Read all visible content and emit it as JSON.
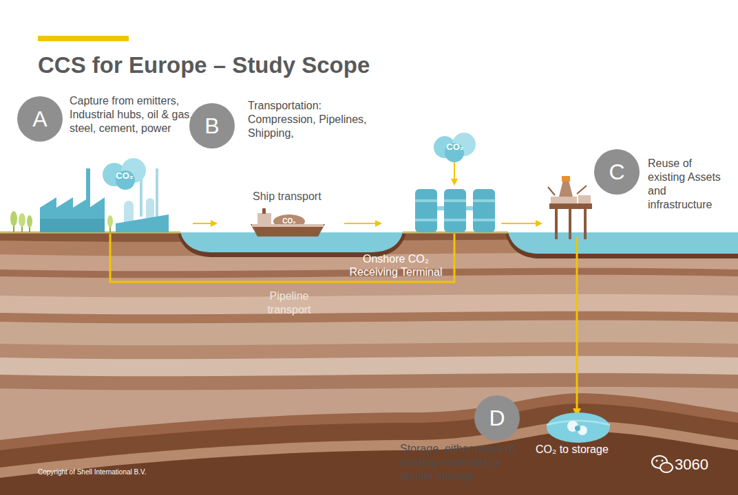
{
  "diagram": {
    "title": "CCS for Europe – Study Scope",
    "nodes": [
      {
        "text": [
          "A",
          "Capture from emitters, Industrial hubs, oil & gas, steel, cement, power"
        ]
      },
      {
        "text": [
          "B",
          "Transportation: Compression, Pipelines, Shipping,"
        ]
      },
      {
        "text": [
          "C",
          "Reuse of existing Assets and infrastructure"
        ]
      },
      {
        "text": [
          "D",
          "Storage, either reuse of existing reservoirs or aquifer storage"
        ]
      }
    ],
    "labels": [
      "CO₂",
      "Ship transport",
      "CO₂",
      "CO₂",
      "Onshore CO₂ Receiving Terminal",
      "Pipeline transport",
      "CO₂ to storage",
      "Copyright of Shell International B.V.",
      "3060"
    ]
  }
}
